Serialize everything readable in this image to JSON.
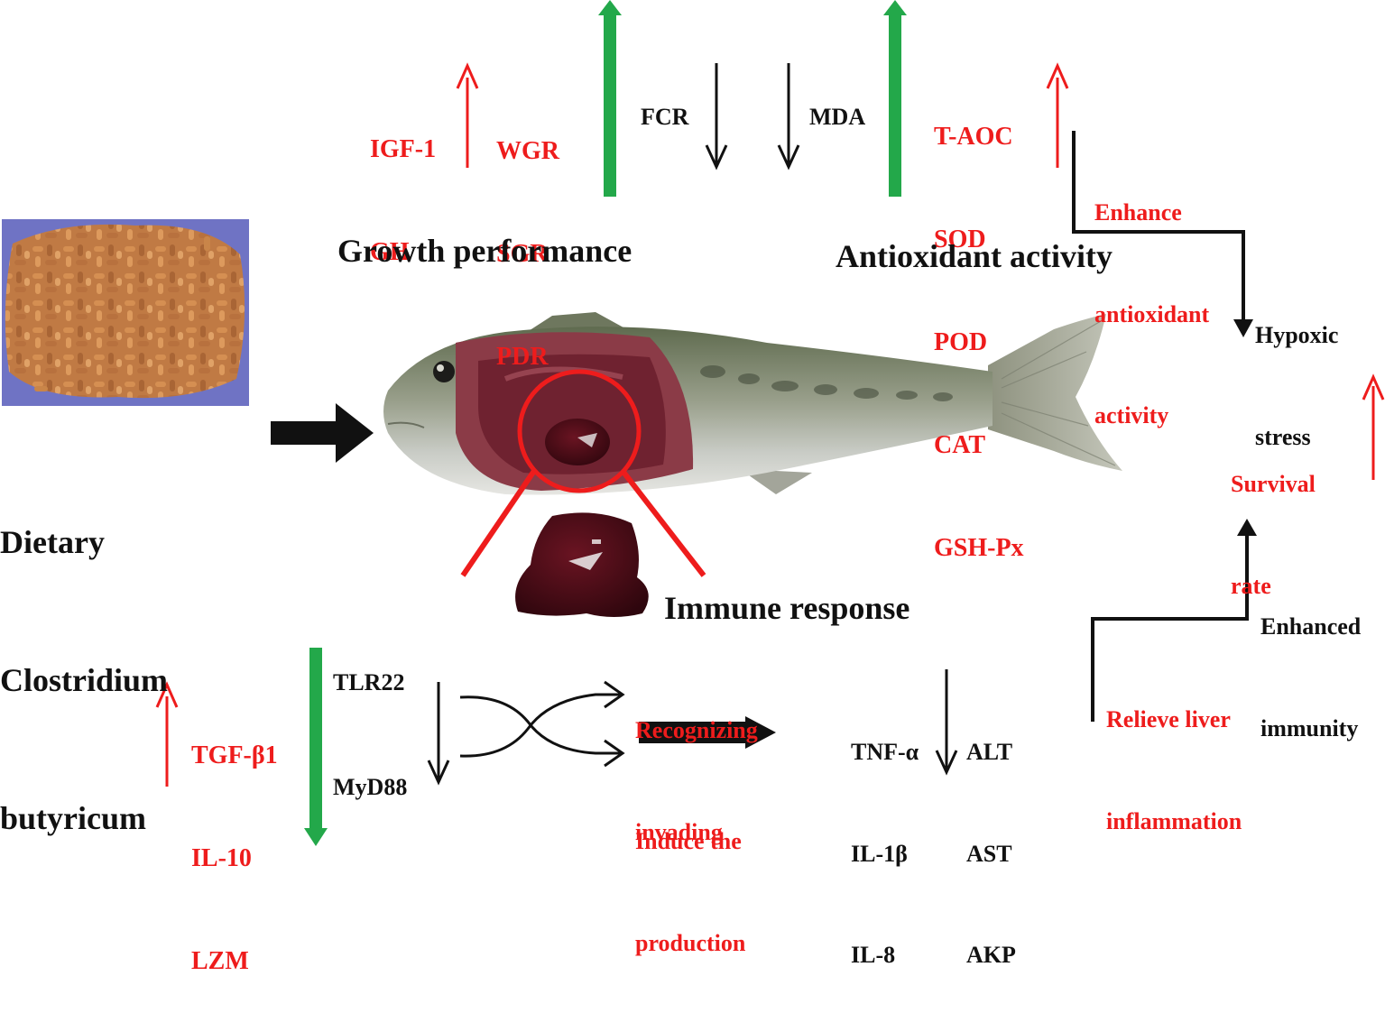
{
  "colors": {
    "up_red": "#ee1c1c",
    "green": "#23a84a",
    "black": "#111111"
  },
  "input": {
    "label_lines": [
      "Dietary",
      "Clostridium",
      "butyricum"
    ]
  },
  "growth": {
    "title": "Growth performance",
    "hormones": [
      "IGF-1",
      "GH"
    ],
    "indices": [
      "WGR",
      "SGR",
      "PDR"
    ],
    "fcr": "FCR"
  },
  "antioxidant": {
    "title": "Antioxidant activity",
    "mda": "MDA",
    "enzymes": [
      "T-AOC",
      "SOD",
      "POD",
      "CAT",
      "GSH-Px"
    ],
    "effect_lines": [
      "Enhance",
      "antioxidant",
      "activity"
    ],
    "stress_lines": [
      "Hypoxic",
      "stress"
    ]
  },
  "outcome": {
    "survival_lines": [
      "Survival",
      "rate"
    ]
  },
  "immune": {
    "title": "Immune response",
    "up_genes": [
      "TGF-β1",
      "IL-10",
      "LZM"
    ],
    "receptor_top": "TLR22",
    "receptor_bottom": "MyD88",
    "recognize_lines": [
      "Recognizing",
      "invading"
    ],
    "induce_lines": [
      "Induce the",
      "production"
    ],
    "cytokines": [
      "TNF-α",
      "IL-1β",
      "IL-8"
    ],
    "liver_enzymes": [
      "ALT",
      "AST",
      "AKP"
    ],
    "relieve_lines": [
      "Relieve liver",
      "inflammation"
    ],
    "enhanced_lines": [
      "Enhanced",
      "immunity"
    ]
  }
}
